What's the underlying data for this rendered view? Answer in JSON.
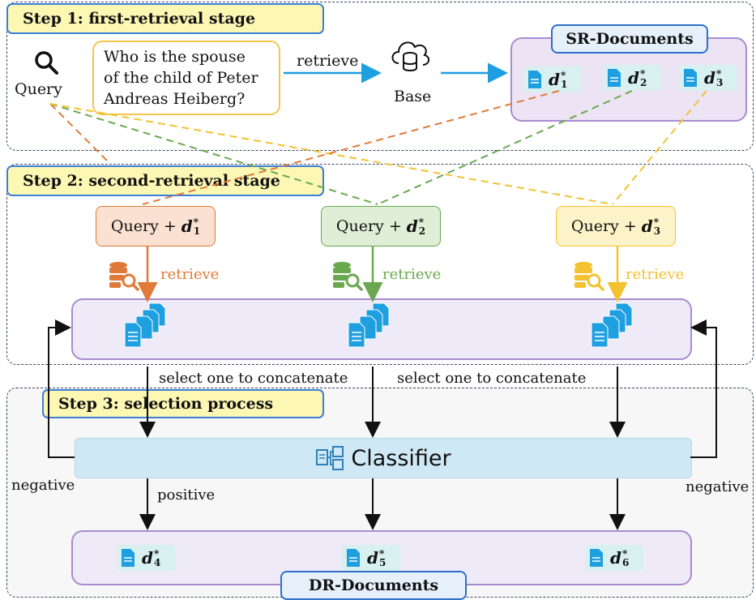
{
  "steps": {
    "step1": "Step 1: first-retrieval stage",
    "step2": "Step 2: second-retrieval stage",
    "step3": "Step 3: selection process"
  },
  "query": {
    "label": "Query",
    "question_line1": "Who is the spouse",
    "question_line2": "of the child of Peter",
    "question_line3": "Andreas Heiberg?"
  },
  "retrieve_label": "retrieve",
  "base_label": "Base",
  "sr_documents": {
    "title": "SR-Documents",
    "docs": [
      {
        "name": "d",
        "sub": "1",
        "sup": "*"
      },
      {
        "name": "d",
        "sub": "2",
        "sup": "*"
      },
      {
        "name": "d",
        "sub": "3",
        "sup": "*"
      }
    ]
  },
  "second_queries": [
    {
      "prefix": "Query +",
      "name": "d",
      "sub": "1",
      "sup": "*",
      "color": "#e07a3a"
    },
    {
      "prefix": "Query +",
      "name": "d",
      "sub": "2",
      "sup": "*",
      "color": "#6aa84f"
    },
    {
      "prefix": "Query +",
      "name": "d",
      "sub": "3",
      "sup": "*",
      "color": "#f2c230"
    }
  ],
  "select_label": "select one to concatenate",
  "classifier_label": "Classifier",
  "negative_label": "negative",
  "positive_label": "positive",
  "dr_documents": {
    "title": "DR-Documents",
    "docs": [
      {
        "name": "d",
        "sub": "4",
        "sup": "*"
      },
      {
        "name": "d",
        "sub": "5",
        "sup": "*"
      },
      {
        "name": "d",
        "sub": "6",
        "sup": "*"
      }
    ]
  },
  "colors": {
    "orange": "#e07a3a",
    "green": "#6aa84f",
    "yellow": "#f2c230",
    "blue_arrow": "#1e9fe0",
    "doc_icon": "#1e9fe0"
  },
  "icons": [
    "search-icon",
    "cloud-database-icon",
    "document-icon",
    "database-search-icon",
    "document-stack-icon",
    "classifier-icon"
  ]
}
